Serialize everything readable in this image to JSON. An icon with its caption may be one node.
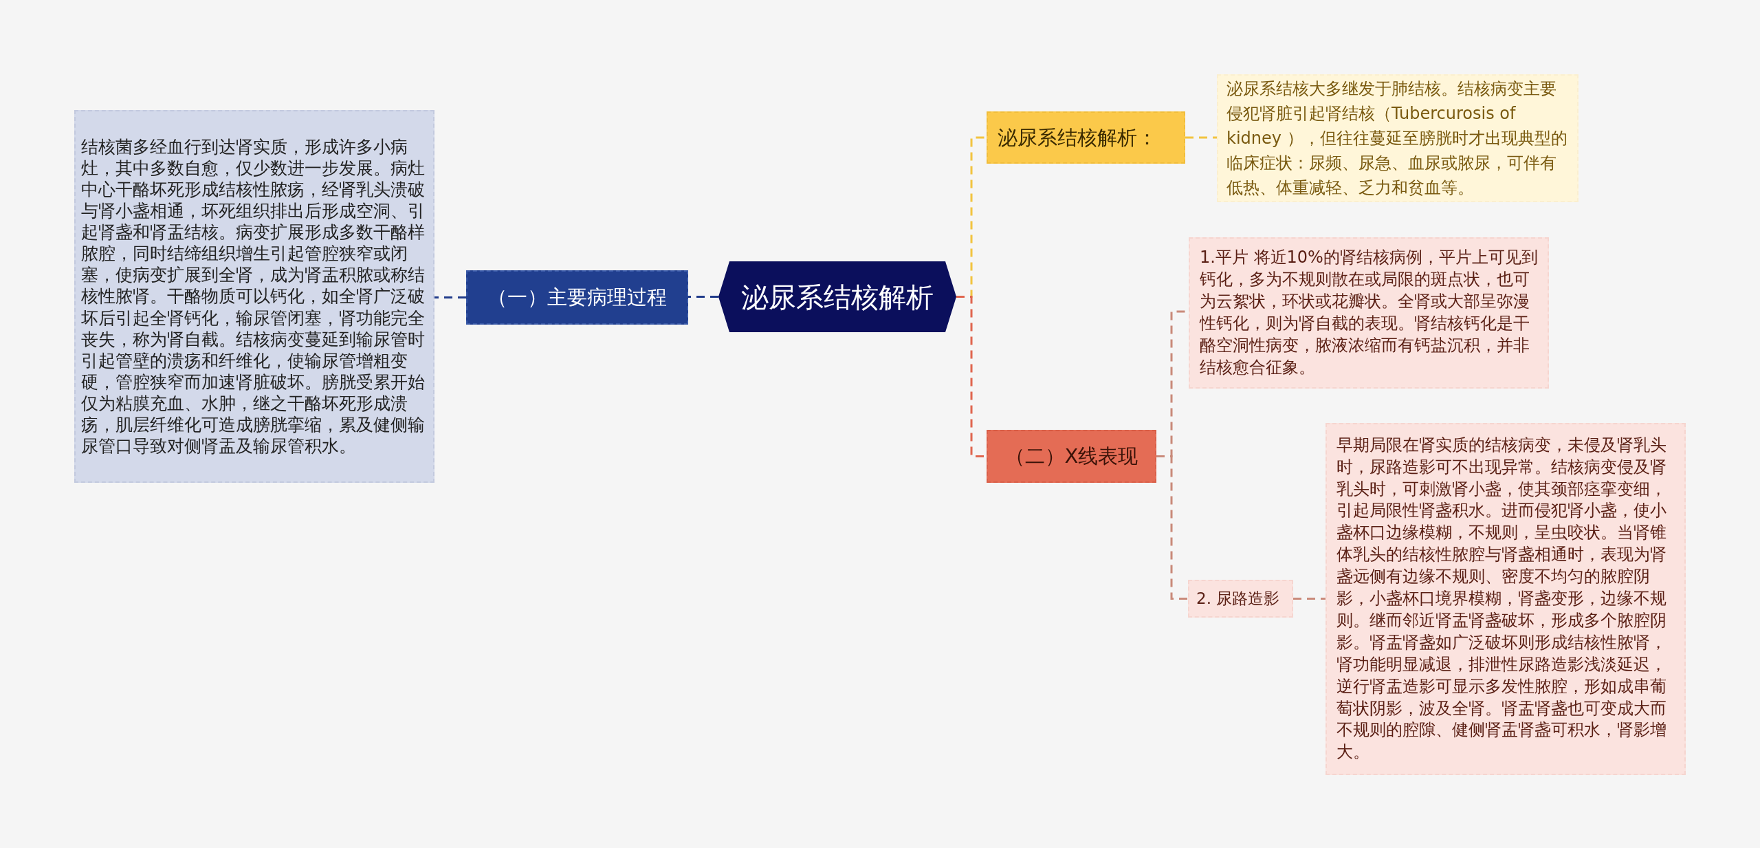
{
  "diagram": {
    "nodes": [
      {
        "text": [
          "泌尿系结核解析"
        ]
      },
      {
        "text": [
          "（一）主要病理过程"
        ]
      },
      {
        "text": [
          "结核菌多经血行到达肾实质，形成许多小病灶，其中多数自愈，仅少数进一步发展。病灶中心干酪坏死形成结核性脓疡，经肾乳头溃破与肾小盏相通，坏死组织排出后形成空洞、引起肾盏和肾盂结核。病变扩展形成多数干酪样脓腔，同时结缔组织增生引起管腔狭窄或闭塞，使病变扩展到全肾，成为肾盂积脓或称结核性脓肾。干酪物质可以钙化，如全肾广泛破坏后引起全肾钙化，输尿管闭塞，肾功能完全丧失，称为肾自截。结核病变蔓延到输尿管时引起管壁的溃疡和纤维化，使输尿管增粗变硬，管腔狭窄而加速肾脏破坏。膀胱受累开始仅为粘膜充血、水肿，继之干酪坏死形成溃疡，肌层纤维化可造成膀胱挛缩，累及健侧输尿管口导致对侧肾盂及输尿管积水。"
        ]
      },
      {
        "text": [
          "泌尿系结核解析："
        ]
      },
      {
        "text": [
          "泌尿系结核大多继发于肺结核。结核病变主要侵犯肾脏引起肾结核（Tubercurosis of kidney ），但往往蔓延至膀胱时才出现典型的临床症状：尿频、尿急、血尿或脓尿，可伴有低热、体重减轻、乏力和贫血等。"
        ]
      },
      {
        "text": [
          "（二）X线表现"
        ]
      },
      {
        "text": [
          "1.平片 将近10%的肾结核病例，平片上可见到钙化，多为不规则散在或局限的斑点状，也可为云絮状，环状或花瓣状。全肾或大部呈弥漫性钙化，则为肾自截的表现。肾结核钙化是干酪空洞性病变，脓液浓缩而有钙盐沉积，并非结核愈合征象。"
        ]
      },
      {
        "text": [
          "2. 尿路造影"
        ]
      },
      {
        "text": [
          "早期局限在肾实质的结核病变，未侵及肾乳头时，尿路造影可不出现异常。结核病变侵及肾乳头时，可刺激肾小盏，使其颈部痉挛变细，引起局限性肾盏积水。进而侵犯肾小盏，使小盏杯口边缘模糊，不规则，呈虫咬状。当肾锥体乳头的结核性脓腔与肾盏相通时，表现为肾盏远侧有边缘不规则、密度不均匀的脓腔阴影，小盏杯口境界模糊，肾盏变形，边缘不规则。继而邻近肾盂肾盏破坏，形成多个脓腔阴影。肾盂肾盏如广泛破坏则形成结核性脓肾，肾功能明显减退，排泄性尿路造影浅淡延迟，逆行肾盂造影可显示多发性脓腔，形如成串葡萄状阴影，波及全肾。肾盂肾盏也可变成大而不规则的腔隙、健侧肾盂肾盏可积水，肾影增大。"
        ]
      }
    ],
    "edges": [
      {
        "from": 0,
        "to": 1,
        "arrow": "none",
        "style": "dashed",
        "color": "#1f3a8a"
      },
      {
        "from": 1,
        "to": 2,
        "arrow": "none",
        "style": "dashed",
        "color": "#1f3a8a"
      },
      {
        "from": 0,
        "to": 3,
        "arrow": "none",
        "style": "dashed",
        "color": "#f2c440"
      },
      {
        "from": 3,
        "to": 4,
        "arrow": "none",
        "style": "dashed",
        "color": "#f2c440"
      },
      {
        "from": 0,
        "to": 5,
        "arrow": "none",
        "style": "dashed",
        "color": "#e0664f"
      },
      {
        "from": 5,
        "to": 6,
        "arrow": "none",
        "style": "dashed",
        "color": "#c98a7a"
      },
      {
        "from": 5,
        "to": 7,
        "arrow": "none",
        "style": "dashed",
        "color": "#c98a7a"
      },
      {
        "from": 7,
        "to": 8,
        "arrow": "none",
        "style": "dashed",
        "color": "#c98a7a"
      }
    ]
  }
}
